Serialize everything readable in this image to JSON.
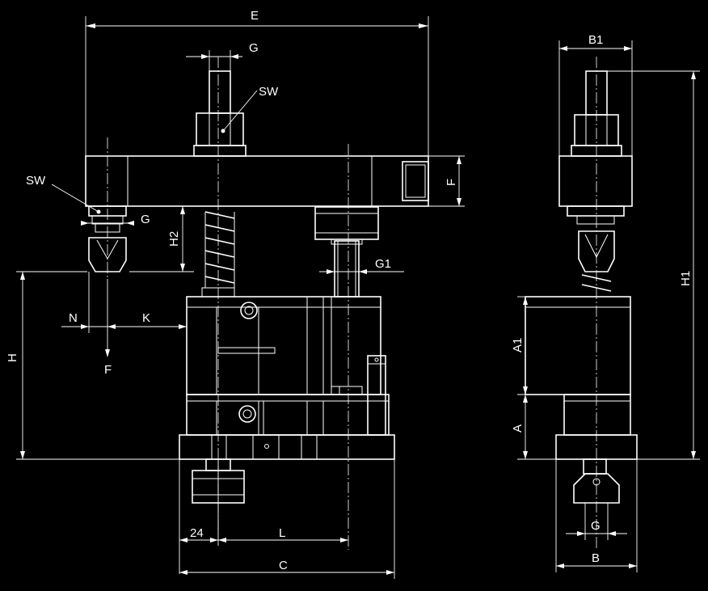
{
  "labels": {
    "E": "E",
    "G_top": "G",
    "SW_top": "SW",
    "SW_left": "SW",
    "G_left": "G",
    "H2": "H2",
    "G1": "G1",
    "N": "N",
    "K": "K",
    "F_down": "F",
    "H": "H",
    "F_right": "F",
    "dim_24": "24",
    "L": "L",
    "C": "C",
    "B1": "B1",
    "H1": "H1",
    "A1": "A1",
    "A": "A",
    "G_bottom": "G",
    "B": "B"
  },
  "colors": {
    "background": "#000000",
    "line": "#ffffff"
  }
}
